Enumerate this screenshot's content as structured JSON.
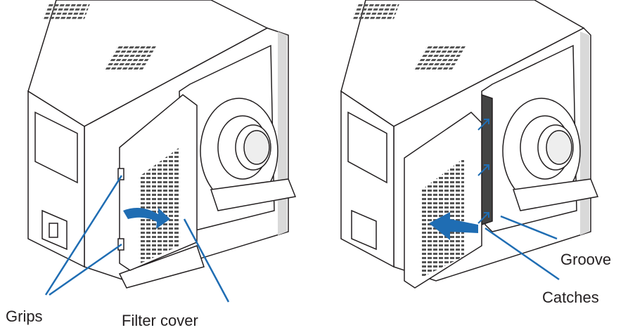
{
  "labels": {
    "grips": "Grips",
    "filter_cover": "Filter cover",
    "groove": "Groove",
    "catches": "Catches"
  },
  "colors": {
    "leader_line": "#1f6db3",
    "arrow": "#1f6db3",
    "outline": "#231f20",
    "shade": "#d9d9d9"
  }
}
